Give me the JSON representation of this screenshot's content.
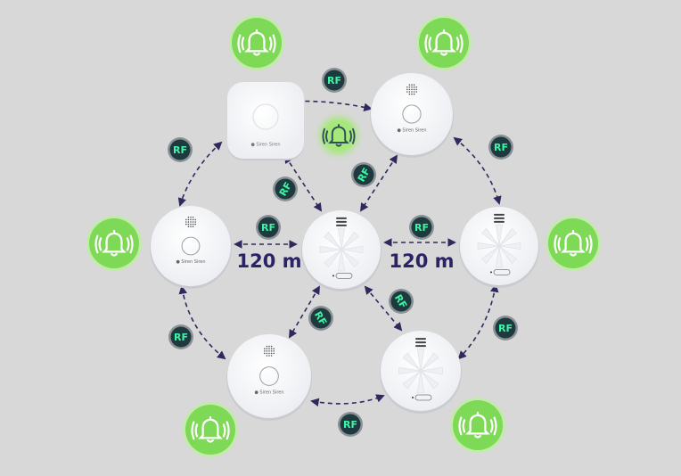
{
  "colors": {
    "background": "#d8d8d8",
    "arrow": "#2f2a5e",
    "alarm_green": "#7ed957",
    "rf_badge": "#1f3a3f",
    "rf_text": "#3df5a6",
    "distance_text": "#2a2466"
  },
  "rf_label": "RF",
  "distance_labels": [
    "120 m",
    "120 m"
  ],
  "logo_text": "Siren Siren",
  "devices": [
    {
      "type": "square-detector"
    },
    {
      "type": "round-smoke-detector"
    },
    {
      "type": "round-smoke-detector"
    },
    {
      "type": "heat-detector"
    },
    {
      "type": "heat-detector"
    },
    {
      "type": "round-smoke-detector"
    },
    {
      "type": "heat-detector"
    }
  ],
  "icons": {
    "alarm": "bell-ringing-icon"
  }
}
